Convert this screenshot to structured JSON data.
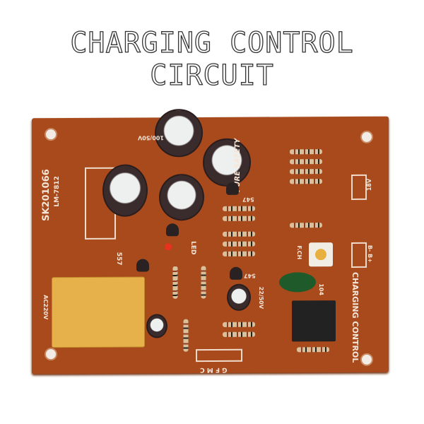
{
  "title": "CHARGING CONTROL CIRCUIT",
  "board": {
    "color": "#a84a1c",
    "model": "SK201066",
    "regulator": "LM-7812",
    "brand": "PURE SAFETY",
    "labels": {
      "transistor_557": "557",
      "led": "LED",
      "transistor_547_top": "547",
      "transistor_547_mid": "547",
      "cap_rating": "22/50V",
      "cap_rating_top": "100/50V",
      "input": "18V",
      "battery": "B- B+",
      "fch": "F.CH",
      "ceramic": "104",
      "section": "CHARGING CONTROL",
      "connector": "G F M C",
      "ac": "AC220V"
    }
  }
}
